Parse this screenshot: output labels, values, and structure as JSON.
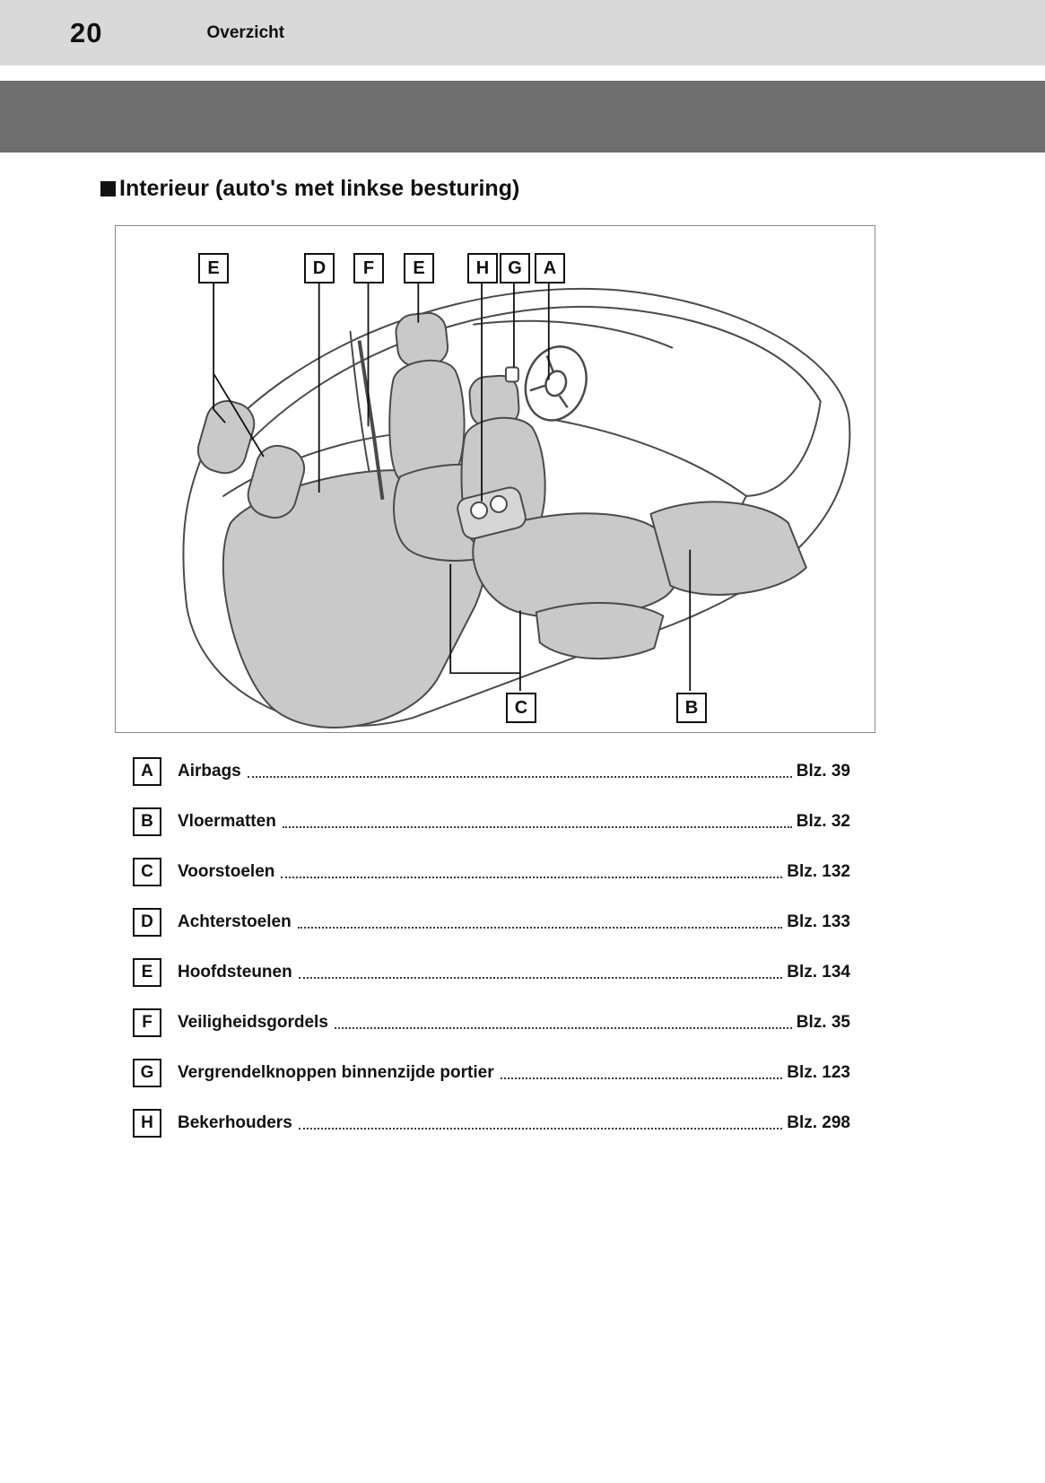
{
  "header": {
    "page_number": "20",
    "title": "Overzicht"
  },
  "section": {
    "title": "Interieur (auto's met linkse besturing)"
  },
  "diagram": {
    "description": "car-interior-perspective-line-drawing",
    "callouts": [
      {
        "letter": "E"
      },
      {
        "letter": "D"
      },
      {
        "letter": "F"
      },
      {
        "letter": "E"
      },
      {
        "letter": "H"
      },
      {
        "letter": "G"
      },
      {
        "letter": "A"
      },
      {
        "letter": "C"
      },
      {
        "letter": "B"
      }
    ]
  },
  "legend": {
    "items": [
      {
        "letter": "A",
        "label": "Airbags",
        "page": "Blz. 39"
      },
      {
        "letter": "B",
        "label": "Vloermatten",
        "page": "Blz. 32"
      },
      {
        "letter": "C",
        "label": "Voorstoelen",
        "page": "Blz. 132"
      },
      {
        "letter": "D",
        "label": "Achterstoelen",
        "page": "Blz. 133"
      },
      {
        "letter": "E",
        "label": "Hoofdsteunen",
        "page": "Blz. 134"
      },
      {
        "letter": "F",
        "label": "Veiligheidsgordels",
        "page": "Blz. 35"
      },
      {
        "letter": "G",
        "label": "Vergrendelknoppen binnenzijde portier",
        "page": "Blz. 123"
      },
      {
        "letter": "H",
        "label": "Bekerhouders",
        "page": "Blz. 298"
      }
    ]
  },
  "colors": {
    "band_light": "#d9d9d9",
    "band_dark": "#6f6f6f",
    "seat_fill": "#c9c9c9",
    "line": "#4a4a4a"
  }
}
